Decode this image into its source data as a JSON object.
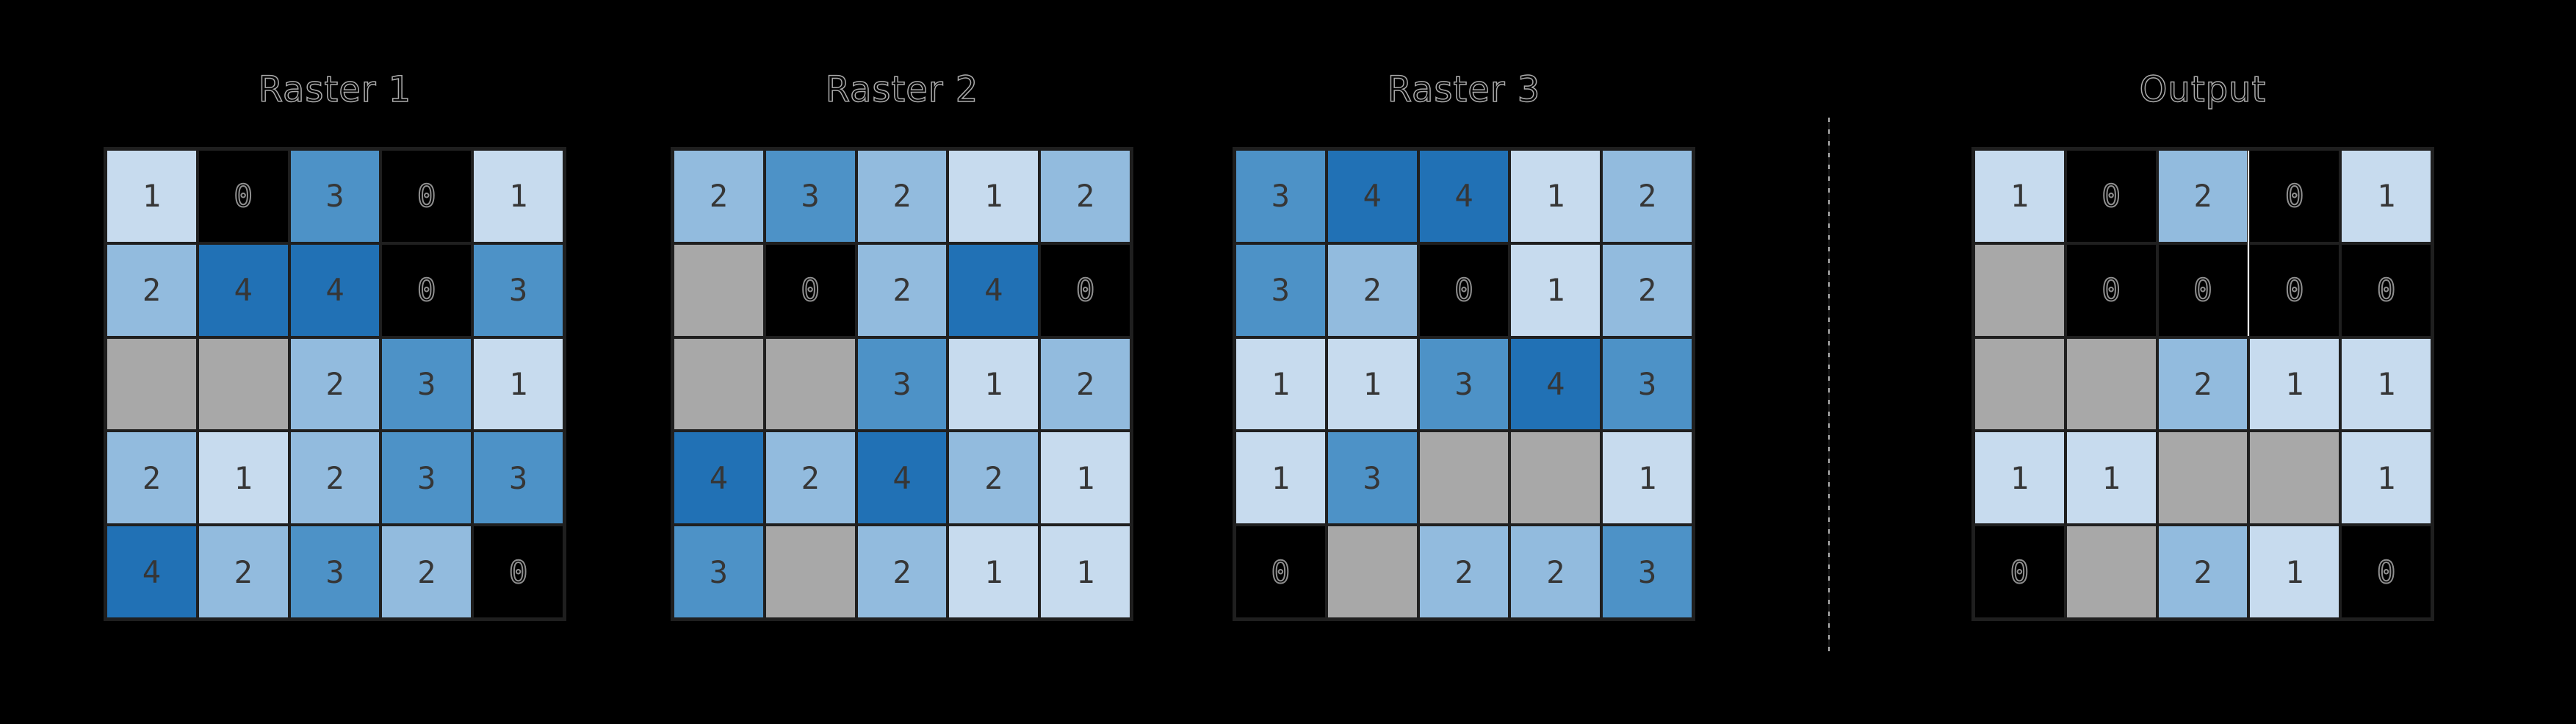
{
  "figure": {
    "background": "#000000",
    "grid_rows": 5,
    "grid_cols": 5
  },
  "legend_colors": {
    "value_0": "#000000",
    "value_1": "#c7dbee",
    "value_2": "#92bbde",
    "value_3": "#4d92c7",
    "value_4": "#2171b5",
    "nodata": "#a8a8a8",
    "grid_line": "#1f1f1f",
    "digit": "#363636",
    "digit_outline": "#8f8f8f",
    "title_outline": "#ababab",
    "divider": "#b3b3b3",
    "highlight_line": "#ffffff"
  },
  "panels": [
    {
      "id": "raster-1",
      "title": "Raster 1",
      "cells": [
        [
          1,
          0,
          3,
          0,
          1
        ],
        [
          2,
          4,
          4,
          0,
          3
        ],
        [
          null,
          null,
          2,
          3,
          1
        ],
        [
          2,
          1,
          2,
          3,
          3
        ],
        [
          4,
          2,
          3,
          2,
          0
        ]
      ]
    },
    {
      "id": "raster-2",
      "title": "Raster 2",
      "cells": [
        [
          2,
          3,
          2,
          1,
          2
        ],
        [
          null,
          0,
          2,
          4,
          0
        ],
        [
          null,
          null,
          3,
          1,
          2
        ],
        [
          4,
          2,
          4,
          2,
          1
        ],
        [
          3,
          null,
          2,
          1,
          1
        ]
      ]
    },
    {
      "id": "raster-3",
      "title": "Raster 3",
      "cells": [
        [
          3,
          4,
          4,
          1,
          2
        ],
        [
          3,
          2,
          0,
          1,
          2
        ],
        [
          1,
          1,
          3,
          4,
          3
        ],
        [
          1,
          3,
          null,
          null,
          1
        ],
        [
          0,
          null,
          2,
          2,
          3
        ]
      ]
    },
    {
      "id": "output",
      "title": "Output",
      "cells": [
        [
          1,
          0,
          2,
          0,
          1
        ],
        [
          null,
          0,
          0,
          0,
          0
        ],
        [
          null,
          null,
          2,
          1,
          1
        ],
        [
          1,
          1,
          null,
          null,
          1
        ],
        [
          0,
          null,
          2,
          1,
          0
        ]
      ]
    }
  ]
}
